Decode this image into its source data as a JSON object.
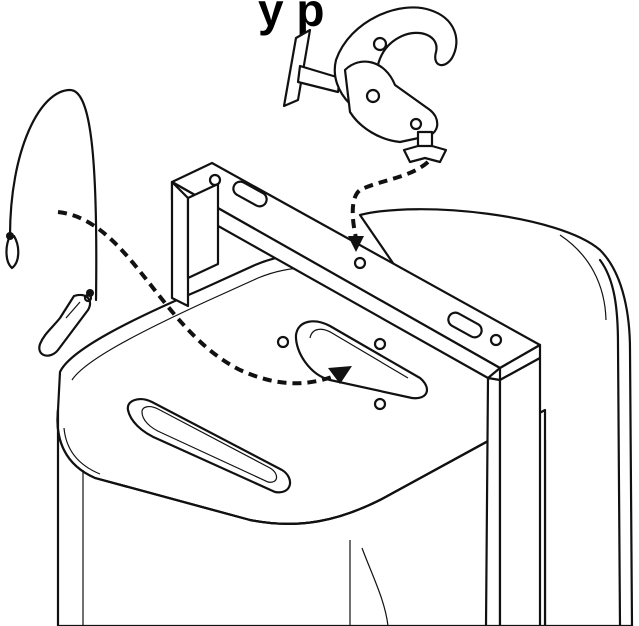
{
  "diagram": {
    "heading_fragment": "y                    p",
    "parts": [
      {
        "name": "speaker-cabinet"
      },
      {
        "name": "mounting-bracket"
      },
      {
        "name": "rigging-clamp"
      },
      {
        "name": "safety-cable"
      },
      {
        "name": "carabiner-hook"
      }
    ]
  }
}
